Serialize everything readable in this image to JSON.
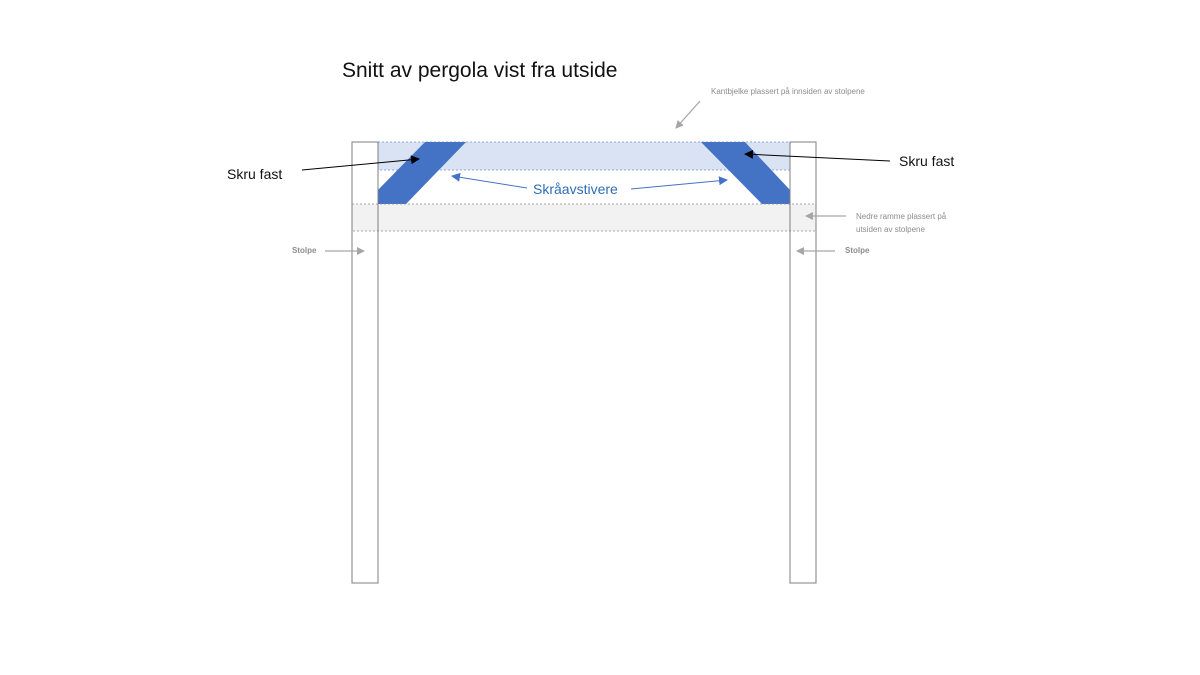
{
  "title": "Snitt av pergola vist fra utside",
  "labels": {
    "kantbjelke": "Kantbjelke plassert på innsiden av stolpene",
    "skru_fast_left": "Skru fast",
    "skru_fast_right": "Skru fast",
    "skraaavstivere": "Skråavstivere",
    "nedre_ramme_line1": "Nedre ramme plassert på",
    "nedre_ramme_line2": "utsiden av stolpene",
    "stolpe_left": "Stolpe",
    "stolpe_right": "Stolpe"
  },
  "colors": {
    "brace": "#4472c4",
    "beam_fill": "#dae3f3",
    "lower_frame_fill": "#f2f2f2",
    "post_stroke": "#7f7f7f",
    "callout_gray": "#a6a6a6",
    "callout_blue": "#4472c4",
    "label_blue": "#2e6db4"
  }
}
